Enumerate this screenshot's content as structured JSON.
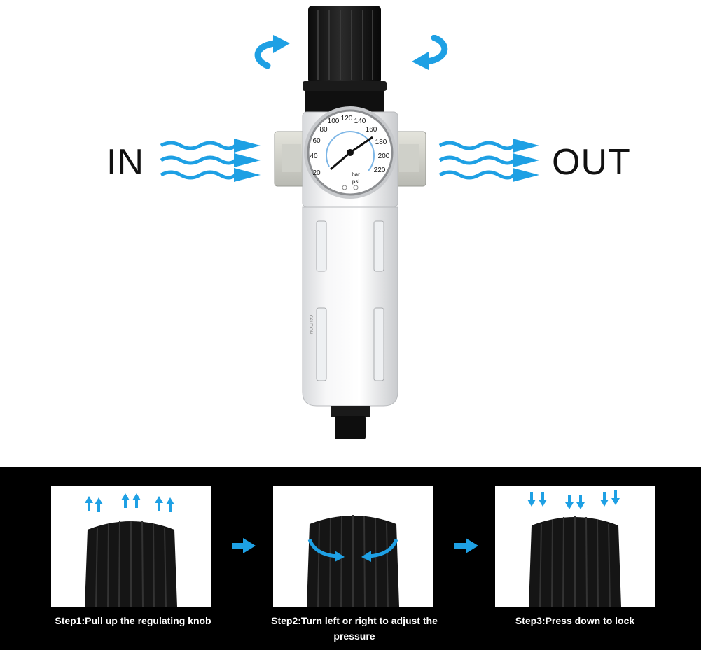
{
  "diagram": {
    "inlet_label": "IN",
    "outlet_label": "OUT",
    "flow_color": "#1ea0e4",
    "gauge": {
      "psi_ticks": [
        "20",
        "40",
        "60",
        "80",
        "100",
        "120",
        "140",
        "160",
        "180",
        "200",
        "220"
      ],
      "unit_bar": "bar",
      "unit_psi": "psi",
      "caution_text": "CAUTION"
    }
  },
  "steps": [
    {
      "caption": "Step1:Pull up the regulating knob",
      "icon": "arrow-up-icon"
    },
    {
      "caption": "Step2:Turn left or right to adjust the pressure",
      "icon": "rotate-icon"
    },
    {
      "caption": "Step3:Press down to lock",
      "icon": "arrow-down-icon"
    }
  ],
  "colors": {
    "accent": "#1ea0e4",
    "knob": "#111111",
    "band_background": "#000000"
  }
}
